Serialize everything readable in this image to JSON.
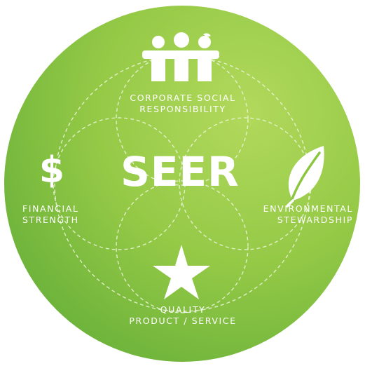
{
  "center": {
    "title": "SEER"
  },
  "pillars": {
    "top": {
      "line1": "CORPORATE SOCIAL",
      "line2": "RESPONSIBILITY",
      "icon": "people-icon"
    },
    "left": {
      "line1": "FINANCIAL",
      "line2": "STRENGTH",
      "icon": "dollar-icon",
      "glyph": "$"
    },
    "right": {
      "line1": "ENVIRONMENTAL",
      "line2": "STEWARDSHIP",
      "icon": "leaf-icon"
    },
    "bottom": {
      "line1": "QUALITY",
      "line2": "PRODUCT / SERVICE",
      "icon": "star-icon"
    }
  },
  "colors": {
    "circle_light": "#a6d34e",
    "circle_mid": "#8cc63f",
    "circle_dark": "#6cb33b",
    "foreground": "#ffffff"
  }
}
